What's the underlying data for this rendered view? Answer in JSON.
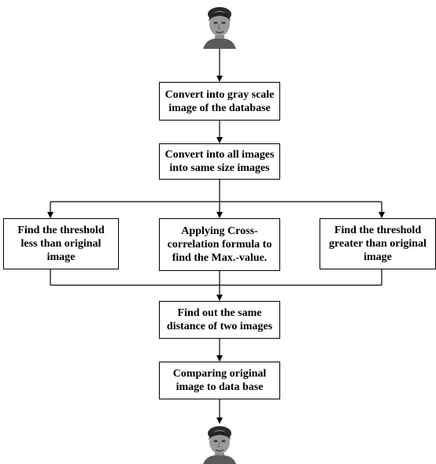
{
  "flowchart": {
    "step1": "Convert into gray scale image of the database",
    "step2": "Convert into all images into same size images",
    "branch_left": "Find the threshold less than original image",
    "branch_center": "Applying Cross-correlation formula to find the Max.-value.",
    "branch_right": "Find the threshold greater than original image",
    "step4": "Find out the same distance of two images",
    "step5": "Comparing original image to data base"
  },
  "images": {
    "input_face": "face-photo-icon",
    "output_face": "face-photo-icon"
  }
}
